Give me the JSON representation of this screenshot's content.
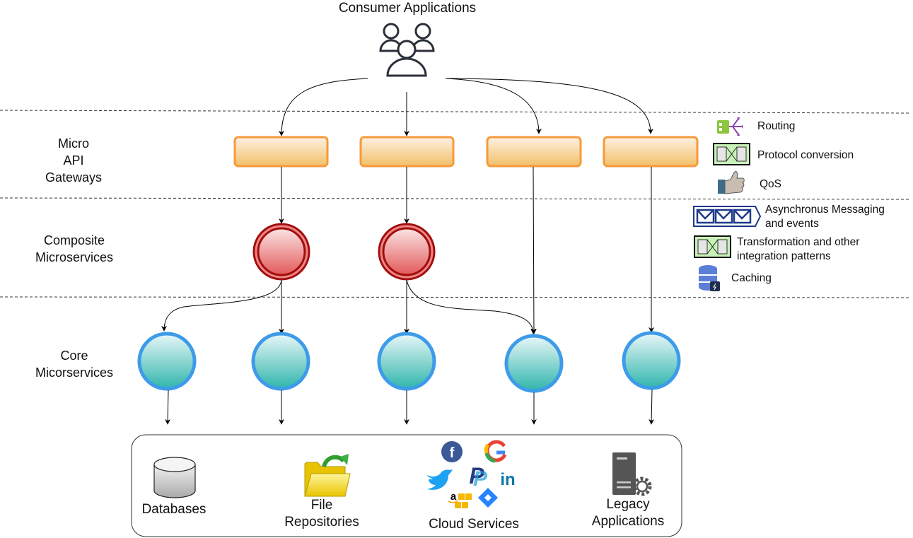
{
  "title": "Consumer Applications",
  "consumer_icon": "users-group-icon",
  "layers": [
    {
      "id": "gateways",
      "label": "Micro\nAPI\nGateways"
    },
    {
      "id": "composite",
      "label": "Composite\nMicroservices"
    },
    {
      "id": "core",
      "label": "Core\nMicorservices"
    }
  ],
  "gateways_count": 4,
  "composite_count": 2,
  "core_count": 5,
  "legend": [
    {
      "icon": "routing-icon",
      "label": "Routing"
    },
    {
      "icon": "protocol-conversion-icon",
      "label": "Protocol conversion"
    },
    {
      "icon": "thumbs-up-icon",
      "label": "QoS"
    },
    {
      "icon": "envelopes-icon",
      "label": "Asynchronus Messaging\nand events"
    },
    {
      "icon": "transformation-icon",
      "label": "Transformation and other\nintegration patterns"
    },
    {
      "icon": "database-cache-icon",
      "label": "Caching"
    }
  ],
  "resources": [
    {
      "icon": "database-icon",
      "label": "Databases"
    },
    {
      "icon": "folder-icon",
      "label": "File\nRepositories"
    },
    {
      "icon": "cloud-services-icons",
      "label": "Cloud Services",
      "logos": [
        "facebook",
        "google",
        "twitter",
        "paypal",
        "linkedin",
        "amazon",
        "jira"
      ]
    },
    {
      "icon": "server-gear-icon",
      "label": "Legacy\nApplications"
    }
  ],
  "colors": {
    "gateway_stroke": "#f79a3a",
    "composite_stroke": "#a10d0d",
    "core_stroke": "#3d9be9",
    "dash_line": "#333333"
  }
}
